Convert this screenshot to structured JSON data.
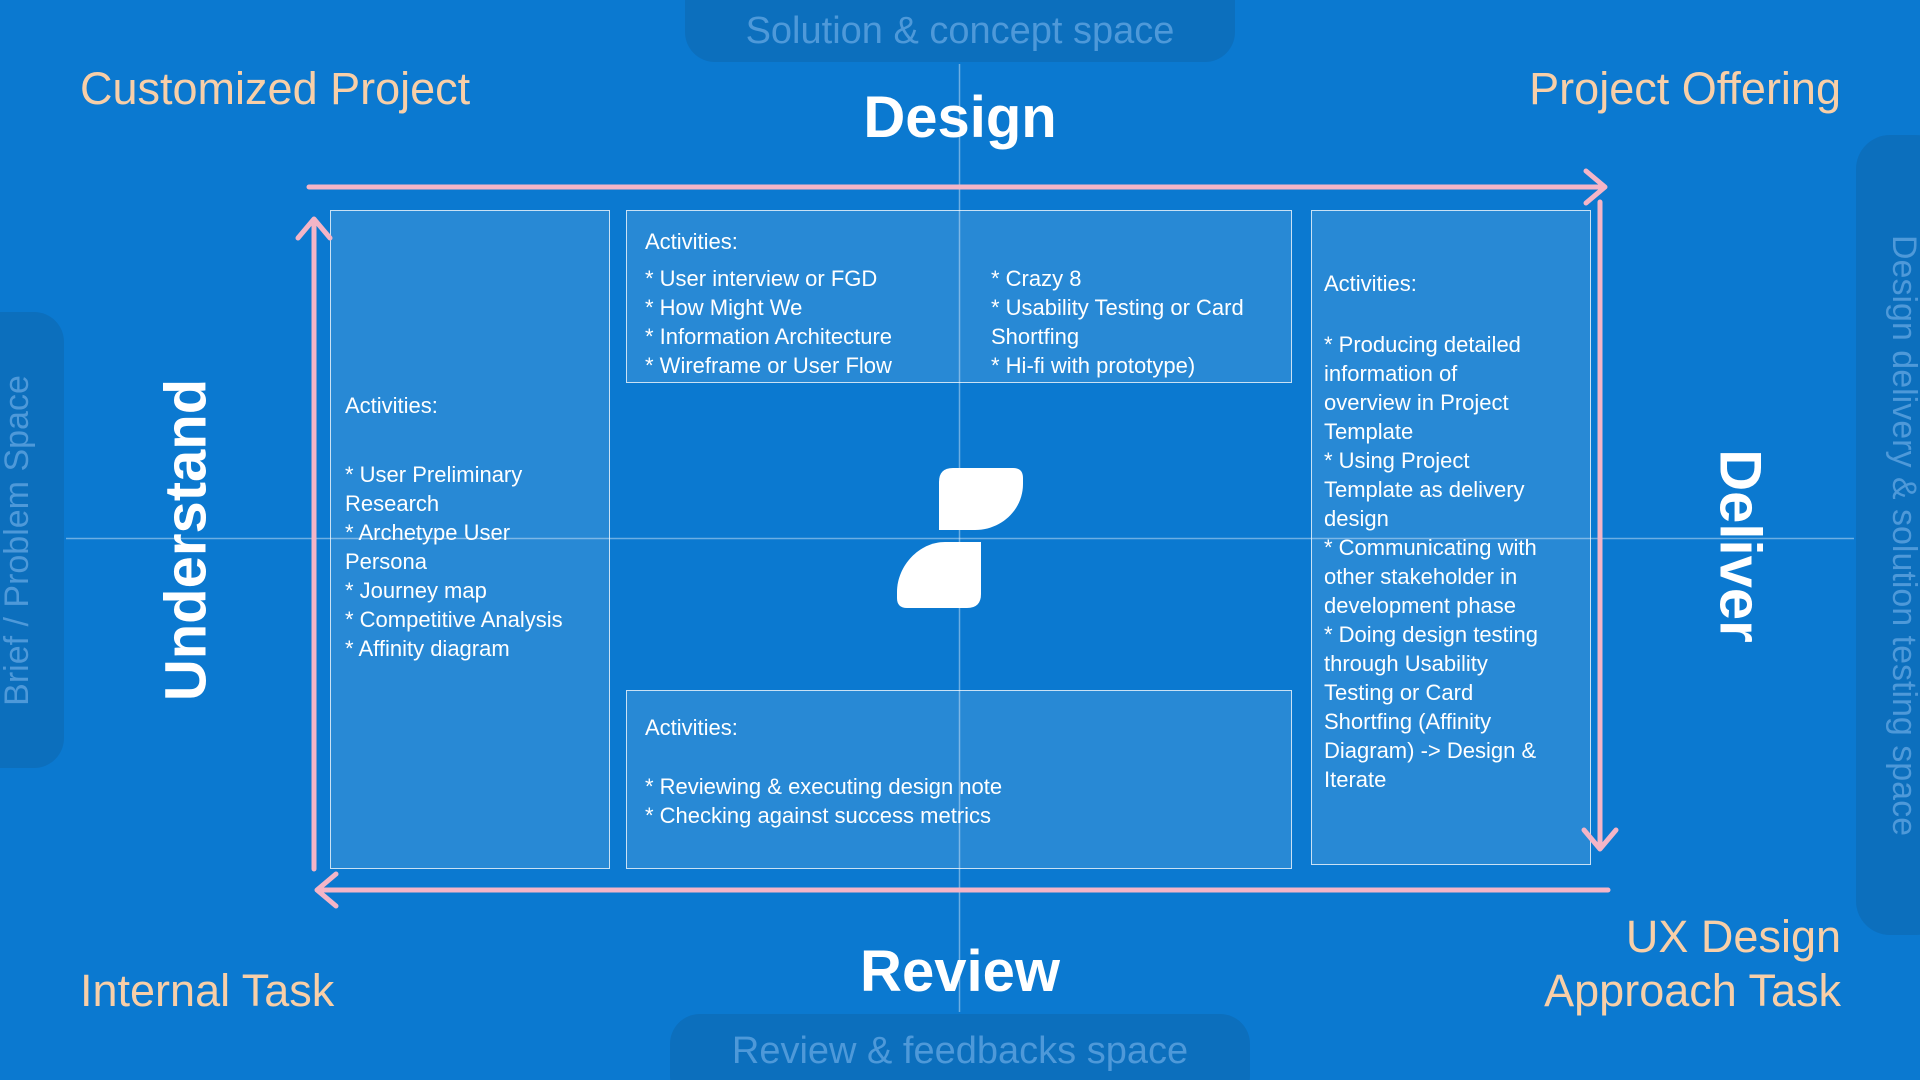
{
  "colors": {
    "background": "#0b79d0",
    "box_fill": "#2286d8",
    "box_border": "#ffffff",
    "pill_fill": "#0c6fbd",
    "pill_text": "#4e99d9",
    "corner_text_peach": "#f8cfa8",
    "arrow_pink": "#f4b5c7",
    "heading_text": "#ffffff",
    "logo_white": "#ffffff"
  },
  "axis_labels": {
    "top": "Design",
    "bottom": "Review",
    "left": "Understand",
    "right": "Deliver"
  },
  "space_labels": {
    "top": "Solution & concept space",
    "bottom": "Review & feedbacks space",
    "left": "Brief / Problem Space",
    "right": "Design delivery & solution testing space"
  },
  "corner_labels": {
    "top_left": "Customized Project",
    "top_right": "Project Offering",
    "bottom_left": "Internal Task",
    "bottom_right": "UX Design\nApproach Task"
  },
  "boxes": {
    "understand": {
      "title": "Activities:",
      "items": [
        "* User Preliminary\nResearch",
        "* Archetype User\nPersona",
        "* Journey map",
        "* Competitive Analysis",
        "* Affinity diagram"
      ]
    },
    "design_col1": {
      "title": "Activities:",
      "items": [
        "* User interview or FGD",
        "* How Might We",
        "* Information Architecture",
        "* Wireframe or User Flow"
      ]
    },
    "design_col2": {
      "items": [
        "* Crazy 8",
        "* Usability Testing or Card\nShortfing",
        "*  Hi-fi with prototype)"
      ]
    },
    "review": {
      "title": "Activities:",
      "items": [
        "* Reviewing & executing design note",
        "* Checking against success metrics"
      ]
    },
    "deliver": {
      "title": "Activities:",
      "items": [
        "* Producing detailed\ninformation of\noverview in Project\nTemplate",
        "* Using Project\nTemplate as delivery\ndesign",
        "* Communicating with\nother stakeholder in\ndevelopment phase",
        "* Doing design testing\nthrough Usability\nTesting or Card\nShortfing (Affinity\nDiagram) -> Design &\nIterate"
      ]
    }
  }
}
